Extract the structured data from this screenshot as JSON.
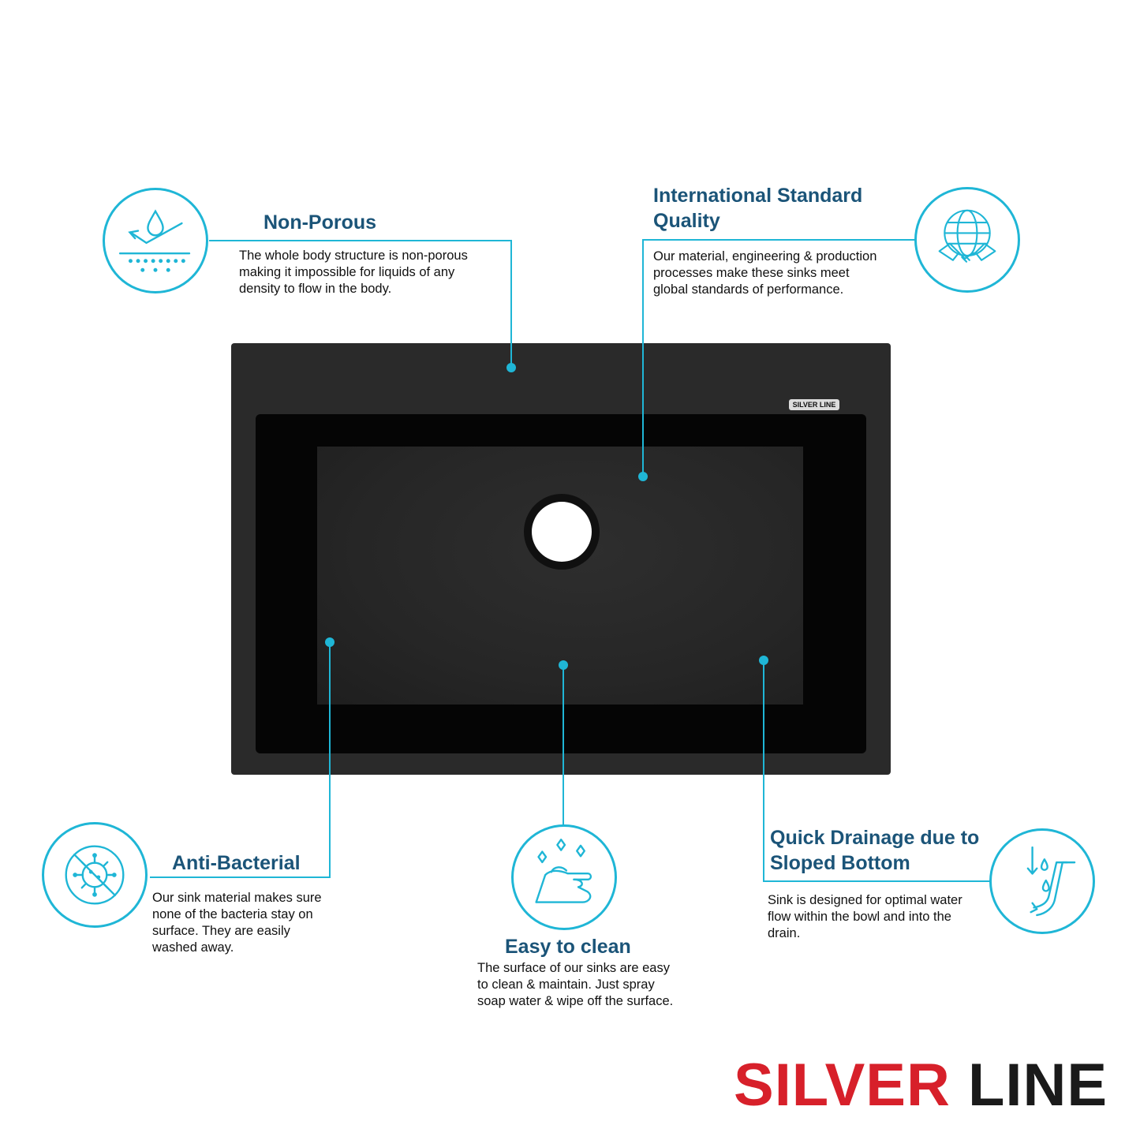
{
  "features": {
    "non_porous": {
      "title": "Non-Porous",
      "lines": [
        "The whole body structure is non-porous",
        "making it impossible for liquids of any",
        "density to flow in the body."
      ],
      "icon": "water-drop-surface-icon"
    },
    "international": {
      "title_lines": [
        "International Standard",
        "Quality"
      ],
      "lines": [
        "Our material, engineering & production",
        "processes make these sinks meet",
        "global standards of performance."
      ],
      "icon": "globe-handshake-icon"
    },
    "anti_bacterial": {
      "title": "Anti-Bacterial",
      "lines": [
        "Our sink material makes sure",
        "none of the bacteria stay on",
        "surface. They are easily",
        "washed away."
      ],
      "icon": "no-bacteria-icon"
    },
    "easy_clean": {
      "title": "Easy to clean",
      "lines": [
        "The surface of our sinks are easy",
        "to clean & maintain. Just spray",
        "soap water & wipe off the surface."
      ],
      "icon": "hand-wipe-icon"
    },
    "quick_drainage": {
      "title_lines": [
        "Quick Drainage due to",
        "Sloped Bottom"
      ],
      "lines": [
        "Sink is designed for optimal water",
        "flow within the bowl and into the",
        "drain."
      ],
      "icon": "sloped-drain-icon"
    }
  },
  "sink": {
    "badge": "SILVER LINE"
  },
  "brand": {
    "part1": "SILVER",
    "part2": "LINE"
  },
  "colors": {
    "accent": "#1fb6d6",
    "title": "#1b5478",
    "brand_red": "#d7202a",
    "brand_dark": "#1a1a1a"
  }
}
